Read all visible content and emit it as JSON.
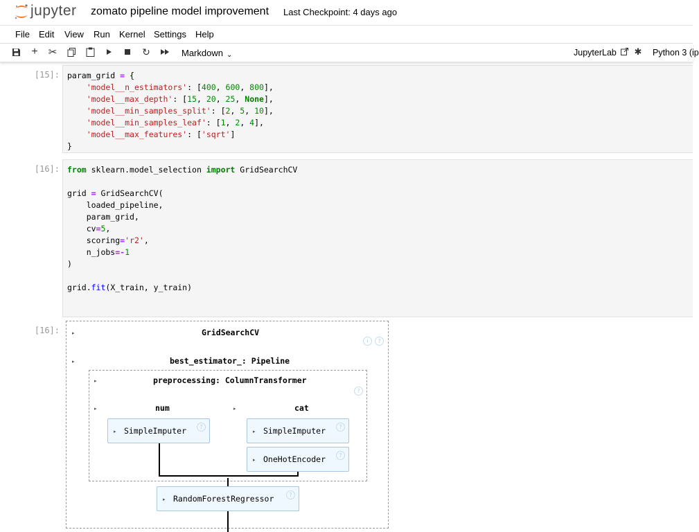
{
  "header": {
    "logo_text": "jupyter",
    "notebook_title": "zomato pipeline model improvement",
    "checkpoint": "Last Checkpoint: 4 days ago"
  },
  "menu": [
    "File",
    "Edit",
    "View",
    "Run",
    "Kernel",
    "Settings",
    "Help"
  ],
  "toolbar": {
    "icons": [
      "save-icon",
      "add-cell-icon",
      "cut-icon",
      "copy-icon",
      "paste-icon",
      "run-icon",
      "stop-icon",
      "restart-icon",
      "fast-forward-icon"
    ],
    "cell_type": "Markdown",
    "jupyterlab_label": "JupyterLab",
    "kernel_label": "Python 3 (ip"
  },
  "cells": [
    {
      "prompt": "[15]:",
      "code": "param_grid = {\n    'model__n_estimators': [400, 600, 800],\n    'model__max_depth': [15, 20, 25, None],\n    'model__min_samples_split': [2, 5, 10],\n    'model__min_samples_leaf': [1, 2, 4],\n    'model__max_features': ['sqrt']\n}"
    },
    {
      "prompt": "[16]:",
      "code": "from sklearn.model_selection import GridSearchCV\n\ngrid = GridSearchCV(\n    loaded_pipeline,\n    param_grid,\n    cv=5,\n    scoring='r2',\n    n_jobs=-1\n)\n\ngrid.fit(X_train, y_train)"
    }
  ],
  "output": {
    "prompt": "[16]:",
    "gridsearch_label": "GridSearchCV",
    "best_estimator_label": "best_estimator_: Pipeline",
    "preprocessing_label": "preprocessing: ColumnTransformer",
    "num_label": "num",
    "cat_label": "cat",
    "num_imputer": "SimpleImputer",
    "cat_imputer": "SimpleImputer",
    "cat_encoder": "OneHotEncoder",
    "regressor": "RandomForestRegressor",
    "info_glyph": "i",
    "help_glyph": "?"
  }
}
